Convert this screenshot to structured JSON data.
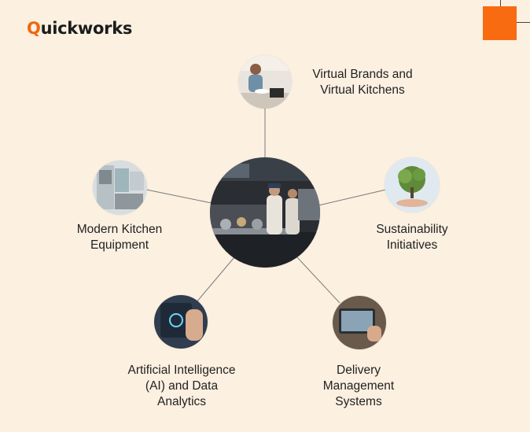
{
  "brand": {
    "q": "Q",
    "rest": "uickworks",
    "accent": "#f0670f"
  },
  "center": {
    "image": "commercial-kitchen-photo"
  },
  "nodes": [
    {
      "label": "Virtual Brands and\nVirtual Kitchens",
      "image": "woman-serving-food-photo"
    },
    {
      "label": "Sustainability\nInitiatives",
      "image": "tree-in-hand-photo"
    },
    {
      "label": "Delivery\nManagement\nSystems",
      "image": "tablet-ordering-photo"
    },
    {
      "label": "Artificial Intelligence\n(AI) and Data\nAnalytics",
      "image": "ai-hand-interface-photo"
    },
    {
      "label": "Modern Kitchen\nEquipment",
      "image": "kitchen-appliances-photo"
    }
  ],
  "colors": {
    "background": "#fcf0e1",
    "accent": "#f96b10",
    "connector": "#7a7a7a"
  }
}
